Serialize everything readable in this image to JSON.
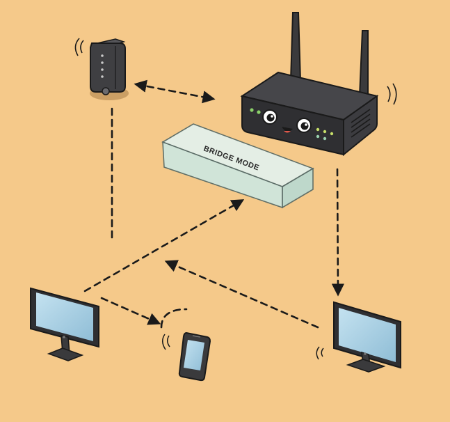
{
  "diagram": {
    "bridge_label": "BRIDGE MODE",
    "colors": {
      "background": "#f5c98a",
      "device_dark": "#3a3a3c",
      "screen": "#a9cfe2",
      "box_fill": "#cfe6dd",
      "line": "#1a1a1a"
    },
    "nodes": [
      {
        "id": "modem",
        "icon": "modem-icon"
      },
      {
        "id": "router",
        "icon": "router-icon"
      },
      {
        "id": "bridge-box",
        "icon": "bridge-box"
      },
      {
        "id": "monitor-left",
        "icon": "monitor-icon"
      },
      {
        "id": "phone",
        "icon": "smartphone-icon"
      },
      {
        "id": "monitor-right",
        "icon": "monitor-icon"
      }
    ]
  }
}
